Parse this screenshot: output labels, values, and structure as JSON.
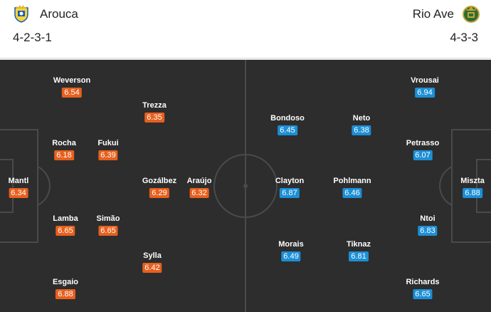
{
  "home": {
    "name": "Arouca",
    "formation": "4-2-3-1",
    "crest_icon": "arouca-crest-icon",
    "rating_color": "#e7601e",
    "players": [
      {
        "name": "Mantl",
        "rating": "6.34"
      },
      {
        "name": "Weverson",
        "rating": "6.54"
      },
      {
        "name": "Rocha",
        "rating": "6.18"
      },
      {
        "name": "Lamba",
        "rating": "6.65"
      },
      {
        "name": "Esgaio",
        "rating": "6.88"
      },
      {
        "name": "Fukui",
        "rating": "6.39"
      },
      {
        "name": "Simão",
        "rating": "6.65"
      },
      {
        "name": "Trezza",
        "rating": "6.35"
      },
      {
        "name": "Gozálbez",
        "rating": "6.29"
      },
      {
        "name": "Sylla",
        "rating": "6.42"
      },
      {
        "name": "Araújo",
        "rating": "6.32"
      }
    ]
  },
  "away": {
    "name": "Rio Ave",
    "formation": "4-3-3",
    "crest_icon": "rio-ave-crest-icon",
    "rating_color": "#1c8fd6",
    "players": [
      {
        "name": "Miszta",
        "rating": "6.88"
      },
      {
        "name": "Vrousai",
        "rating": "6.94"
      },
      {
        "name": "Petrasso",
        "rating": "6.07"
      },
      {
        "name": "Ntoi",
        "rating": "6.83"
      },
      {
        "name": "Richards",
        "rating": "6.65"
      },
      {
        "name": "Neto",
        "rating": "6.38"
      },
      {
        "name": "Pohlmann",
        "rating": "6.46"
      },
      {
        "name": "Tiknaz",
        "rating": "6.81"
      },
      {
        "name": "Bondoso",
        "rating": "6.45"
      },
      {
        "name": "Clayton",
        "rating": "6.87"
      },
      {
        "name": "Morais",
        "rating": "6.49"
      }
    ]
  }
}
